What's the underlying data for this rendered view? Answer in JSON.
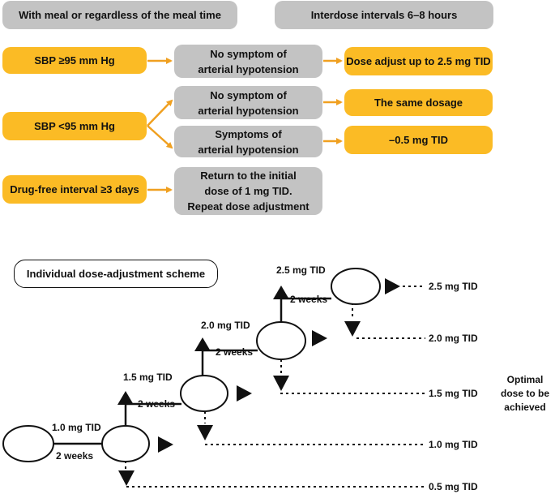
{
  "header": {
    "meal_note": "With meal or regardless of the meal time",
    "interval_note": "Interdose intervals 6–8 hours"
  },
  "rules": [
    {
      "condition": "SBP ≥95 mm Hg",
      "state": "No symptom of\narterial hypotension",
      "action": "Dose adjust up to 2.5 mg TID"
    },
    {
      "condition": "SBP <95 mm Hg",
      "state": "No symptom of\narterial hypotension",
      "action": "The same dosage"
    },
    {
      "condition": "",
      "state": "Symptoms of\narterial hypotension",
      "action": "–0.5 mg TID"
    },
    {
      "condition": "Drug-free interval ≥3 days",
      "state": "Return to the initial\ndose of 1 mg TID.\nRepeat dose adjustment",
      "action": ""
    }
  ],
  "scheme": {
    "title": "Individual dose-adjustment scheme",
    "step_doses": [
      "1.0 mg TID",
      "1.5 mg TID",
      "2.0 mg TID",
      "2.5 mg TID"
    ],
    "interval_label": "2 weeks",
    "right_levels": [
      "2.5 mg TID",
      "2.0 mg TID",
      "1.5 mg TID",
      "1.0 mg TID",
      "0.5 mg TID"
    ],
    "optimal_note": "Optimal\ndose to be\nachieved"
  },
  "colors": {
    "orange": "#fbbb25",
    "gray": "#c3c3c3",
    "arrow_orange": "#f0a020"
  }
}
